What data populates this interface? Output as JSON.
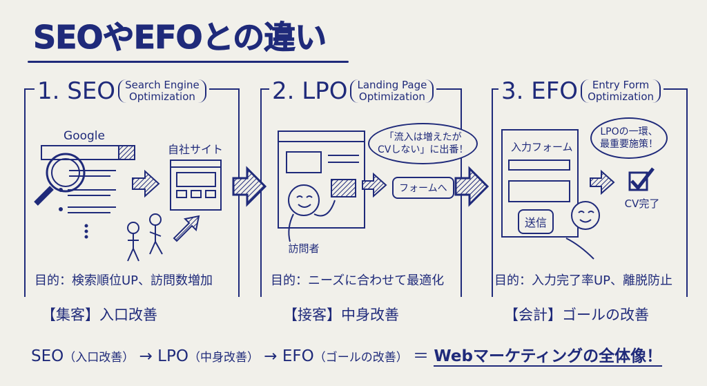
{
  "title": "SEOやEFOとの違い",
  "panels": [
    {
      "number_title": "1. SEO",
      "subtitle_line1": "Search Engine",
      "subtitle_line2": "Optimization",
      "labels": {
        "search_brand": "Google",
        "site": "自社サイト"
      },
      "purpose": "目的：検索順位UP、訪問数増加",
      "category": "【集客】入口改善"
    },
    {
      "number_title": "2. LPO",
      "subtitle_line1": "Landing Page",
      "subtitle_line2": "Optimization",
      "labels": {
        "bubble_line1": "「流入は増えたが",
        "bubble_line2": "CVしない」に出番！",
        "form_button": "フォームへ",
        "visitor": "訪問者"
      },
      "purpose": "目的：ニーズに合わせて最適化",
      "category": "【接客】中身改善"
    },
    {
      "number_title": "3. EFO",
      "subtitle_line1": "Entry Form",
      "subtitle_line2": "Optimization",
      "labels": {
        "form_title": "入力フォーム",
        "submit": "送信",
        "bubble_line1": "LPOの一環、",
        "bubble_line2": "最重要施策！",
        "cv_done": "CV完了"
      },
      "purpose": "目的：入力完了率UP、離脱防止",
      "category": "【会計】ゴールの改善"
    }
  ],
  "summary": {
    "seo": "SEO",
    "seo_note": "（入口改善）",
    "arrow1": "→",
    "lpo": "LPO",
    "lpo_note": "（中身改善）",
    "arrow2": "→",
    "efo": "EFO",
    "efo_note": "（ゴールの改善）",
    "equals": "＝",
    "conclusion": "Webマーケティングの全体像！"
  },
  "colors": {
    "ink": "#1f2a7a",
    "paper": "#f1f0ea"
  }
}
